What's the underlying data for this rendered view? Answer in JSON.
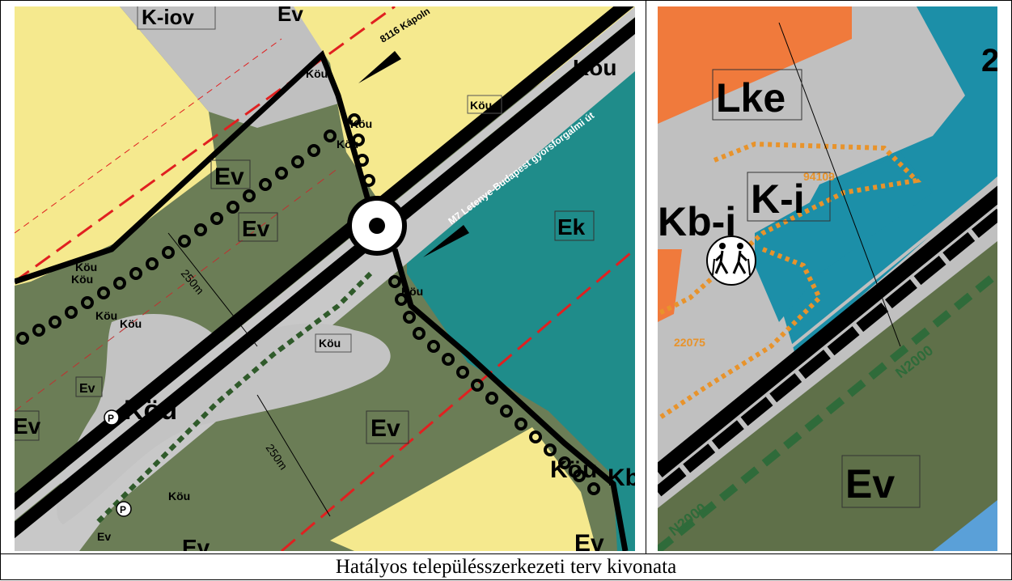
{
  "caption": "Hatályos településszerkezeti terv kivonata",
  "colors": {
    "forest": "#6b7d56",
    "forest_dark": "#5f7049",
    "agricultural": "#f5e98e",
    "road_grey": "#c3c3c3",
    "industrial_teal": "#1f8c8a",
    "industrial_blue": "#1c8fa8",
    "residential_orange": "#f07a3c",
    "dashed_red": "#e02020",
    "natura_green": "#2f6b3a",
    "hiking_orange": "#e8932b"
  },
  "left_map": {
    "zone_labels": {
      "k_iov": "K-iov",
      "ev_top": "Ev",
      "kou_top": "Köu",
      "kou_right": "Köu",
      "kou_near_path": "Köu",
      "kou_mid1": "Köu",
      "kou_mid2": "Köu",
      "ev_left_big": "Ev",
      "ev_mid": "Ev",
      "ek": "Ek",
      "kou_left1": "Köu",
      "kou_left2": "Köu",
      "kou_left3": "Köu",
      "kou_left4": "Köu",
      "kou_junction": "Köu",
      "kou_center": "Köu",
      "ev_left_small": "Ev",
      "ev_left_edge": "Ev",
      "kou_big": "Köu",
      "ev_bottom_mid": "Ev",
      "kou_bottom": "Köu",
      "ev_bottom_left": "Ev",
      "ev_bottom_center": "Ev",
      "kou_bottom_right": "Köu",
      "kb_bottom_right": "Kb",
      "ev_bottom_right": "Ev"
    },
    "road_labels": {
      "road_8116": "8116 Kápoln",
      "m7": "M7 Letenye-Budapest gyorsforgalmi út"
    },
    "distance_labels": {
      "top": "250m",
      "bottom": "250m"
    },
    "parking_symbol": "P"
  },
  "right_map": {
    "zone_labels": {
      "lke": "Lke",
      "k_i": "K-i",
      "kb_i": "Kb-i",
      "ev": "Ev",
      "two_partial": "2"
    },
    "route_numbers": {
      "r1": "94109",
      "r2": "22075"
    },
    "natura_labels": {
      "n1": "N2000",
      "n2": "N2000"
    }
  }
}
